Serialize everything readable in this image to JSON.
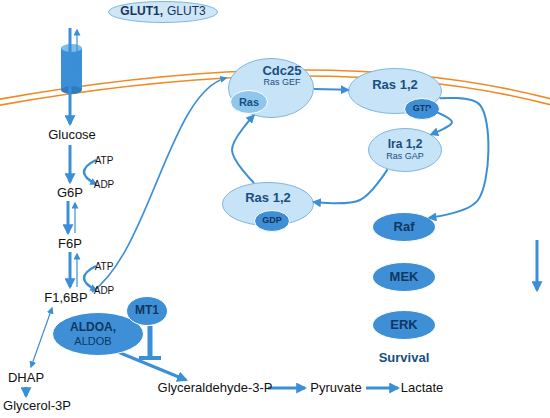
{
  "diagram": {
    "nodes": [
      {
        "text": [
          "GLUT1,",
          "GLUT3"
        ]
      },
      {
        "text": [
          "Cdc25",
          "Ras GEF"
        ]
      },
      {
        "text": [
          "Ras"
        ],
        "in": 1
      },
      {
        "text": [
          "Ras 1,2"
        ]
      },
      {
        "text": [
          "GTP"
        ],
        "in": 3
      },
      {
        "text": [
          "Ira 1,2",
          "Ras GAP"
        ]
      },
      {
        "text": [
          "Ras 1,2"
        ]
      },
      {
        "text": [
          "GDP"
        ],
        "in": 6
      },
      {
        "text": [
          "ALDOA,",
          "ALDOB"
        ]
      },
      {
        "text": [
          "MT1"
        ]
      },
      {
        "text": [
          "Raf"
        ]
      },
      {
        "text": [
          "MEK"
        ]
      },
      {
        "text": [
          "ERK"
        ]
      }
    ],
    "edges": [
      {
        "from": 1,
        "to": 3,
        "arrow": "to"
      },
      {
        "from": 3,
        "to": 5,
        "arrow": "to"
      },
      {
        "from": 5,
        "to": 6,
        "arrow": "to"
      },
      {
        "from": 6,
        "to": 1,
        "arrow": "to"
      },
      {
        "from": 3,
        "to": 10,
        "arrow": "to"
      }
    ],
    "labels": [
      "Glucose",
      "ATP",
      "ADP",
      "G6P",
      "F6P",
      "ATP",
      "ADP",
      "F1,6BP",
      "DHAP",
      "Glycerol-3P",
      "Glyceraldehyde-3-P",
      "Pyruvate",
      "Lactate",
      "Survival"
    ]
  }
}
